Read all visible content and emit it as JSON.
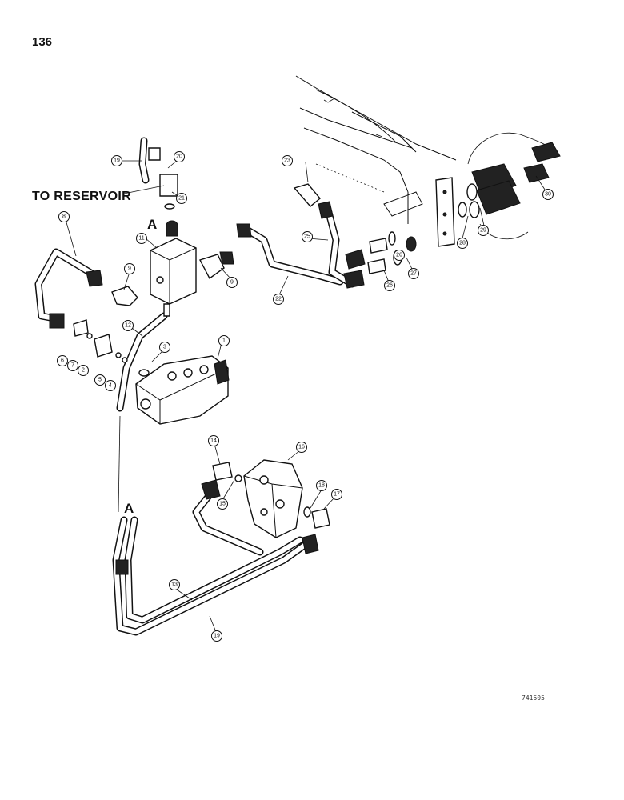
{
  "page": {
    "number": "136",
    "plate_id": "741505"
  },
  "labels": {
    "to_reservoir": "TO RESERVOIR",
    "section_a_top": "A",
    "section_a_bottom": "A"
  },
  "callouts": [
    "1",
    "2",
    "3",
    "4",
    "5",
    "6",
    "7",
    "8",
    "9",
    "9",
    "11",
    "12",
    "13",
    "14",
    "15",
    "16",
    "17",
    "18",
    "19",
    "19",
    "20",
    "21",
    "22",
    "23",
    "25",
    "26",
    "26",
    "27",
    "28",
    "29",
    "30"
  ]
}
